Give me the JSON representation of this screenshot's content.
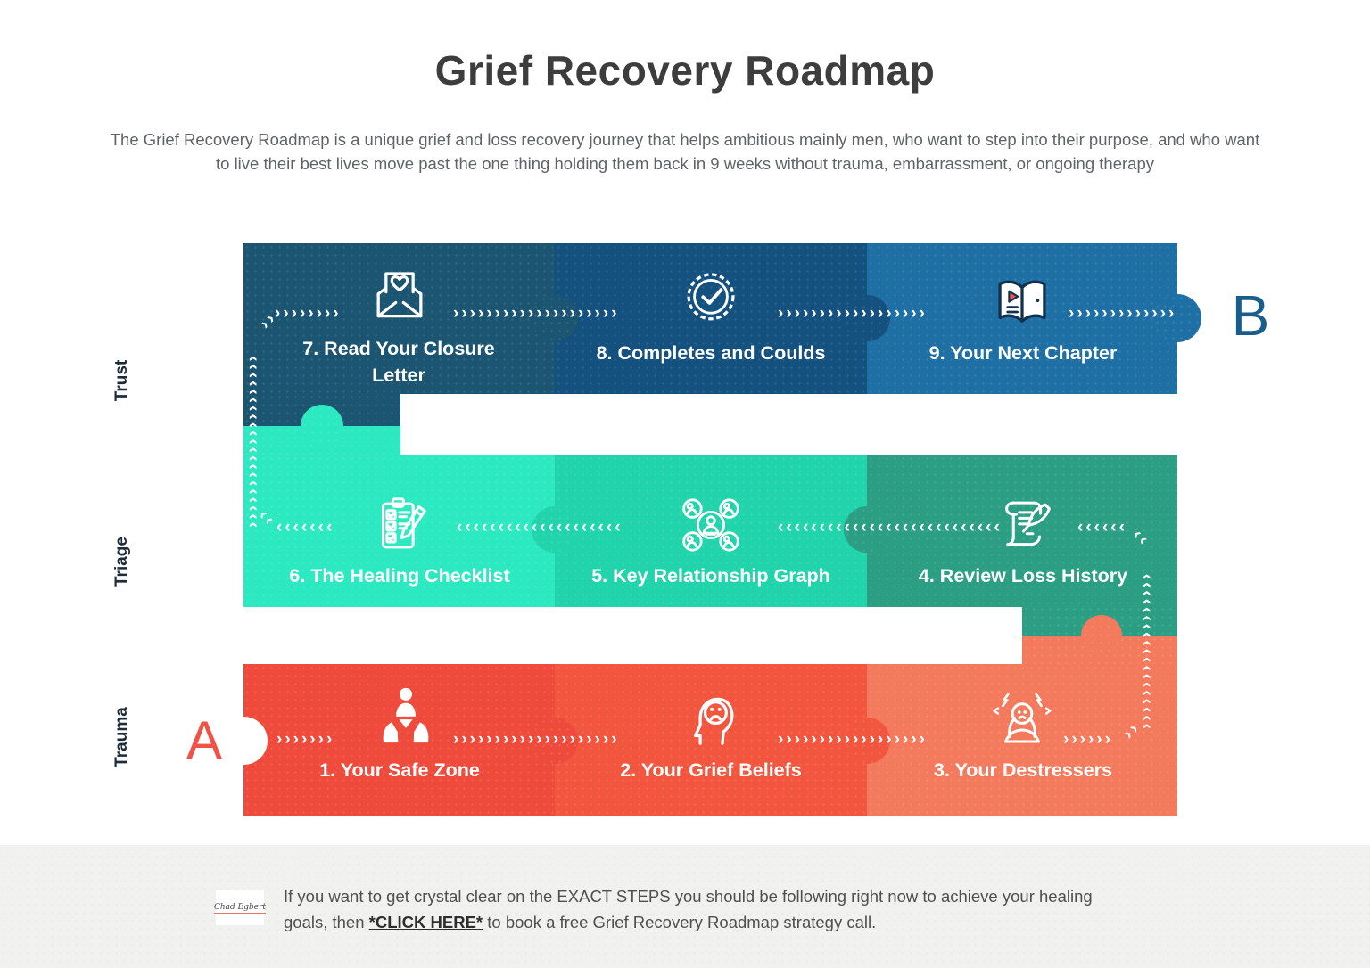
{
  "title": "Grief Recovery Roadmap",
  "subtitle": "The Grief Recovery Roadmap is a unique grief and loss recovery journey that helps ambitious mainly men, who want to step into their purpose, and who want to live their best lives move past the one thing holding them back in 9 weeks without trauma, embarrassment, or ongoing therapy",
  "row_labels": {
    "trust": "Trust",
    "triage": "Triage",
    "trauma": "Trauma"
  },
  "steps": {
    "s1": {
      "label": "1. Your Safe Zone",
      "icon": "hands-holding-person"
    },
    "s2": {
      "label": "2. Your Grief Beliefs",
      "icon": "sad-head-profile"
    },
    "s3": {
      "label": "3. Your Destressers",
      "icon": "stressed-person"
    },
    "s4": {
      "label": "4. Review Loss History",
      "icon": "scroll-and-quill"
    },
    "s5": {
      "label": "5. Key Relationship Graph",
      "icon": "people-network"
    },
    "s6": {
      "label": "6. The Healing Checklist",
      "icon": "checklist-and-pencil"
    },
    "s7": {
      "label": "7. Read Your Closure Letter",
      "icon": "love-letter-envelope"
    },
    "s8": {
      "label": "8. Completes and Coulds",
      "icon": "badge-check"
    },
    "s9": {
      "label": "9. Your Next Chapter",
      "icon": "open-book-play"
    }
  },
  "markers": {
    "start": "A",
    "end": "B"
  },
  "glyphs": {
    "chevron_right": "›",
    "chevron_left": "‹"
  },
  "colors": {
    "step1": "#ef4b3c",
    "step2": "#f2563f",
    "step3": "#f47a5e",
    "step4": "#2b9e84",
    "step5": "#22d4ab",
    "step6": "#2de9c1",
    "step7": "#1b5571",
    "step8": "#14517f",
    "step9": "#1e6fa4",
    "marker_a": "#ef5348",
    "marker_b": "#175e8c",
    "row_label": "#1d2b3a",
    "title": "#3d3d3d",
    "subtitle": "#5f6368",
    "footer_bg": "#f1f1ef",
    "footer_text": "#4f4f4f"
  },
  "footer": {
    "logo_text": "Chad Egbert",
    "text_before": "If you want to get crystal clear on the EXACT STEPS you should be following right now to achieve your healing goals, then ",
    "link_text": "*CLICK HERE*",
    "text_after": " to book a free Grief Recovery Roadmap strategy call."
  }
}
